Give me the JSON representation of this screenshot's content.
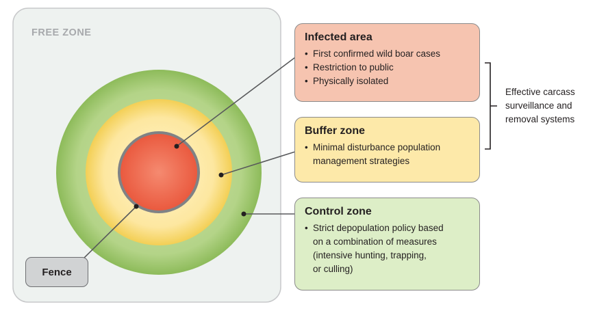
{
  "free_zone_label": "FREE ZONE",
  "fence_label": "Fence",
  "boxes": {
    "infected": {
      "title": "Infected area",
      "items": [
        "First confirmed wild boar cases",
        "Restriction to public",
        "Physically isolated"
      ]
    },
    "buffer": {
      "title": "Buffer zone",
      "items": [
        "Minimal disturbance population",
        "management strategies"
      ]
    },
    "control": {
      "title": "Control zone",
      "items": [
        "Strict depopulation policy based",
        "on a combination of measures",
        "(intensive hunting, trapping,",
        "or culling)"
      ]
    }
  },
  "surveillance_text": "Effective carcass surveillance and removal systems",
  "colors": {
    "free_zone_fill": "#eef2f0",
    "control_ring": "#8dbb5a",
    "buffer_ring": "#f3cf55",
    "buffer_inner": "#fde9a9",
    "infected_core": "#ef6b4f",
    "core_border": "#808285",
    "connector": "#58595b"
  }
}
